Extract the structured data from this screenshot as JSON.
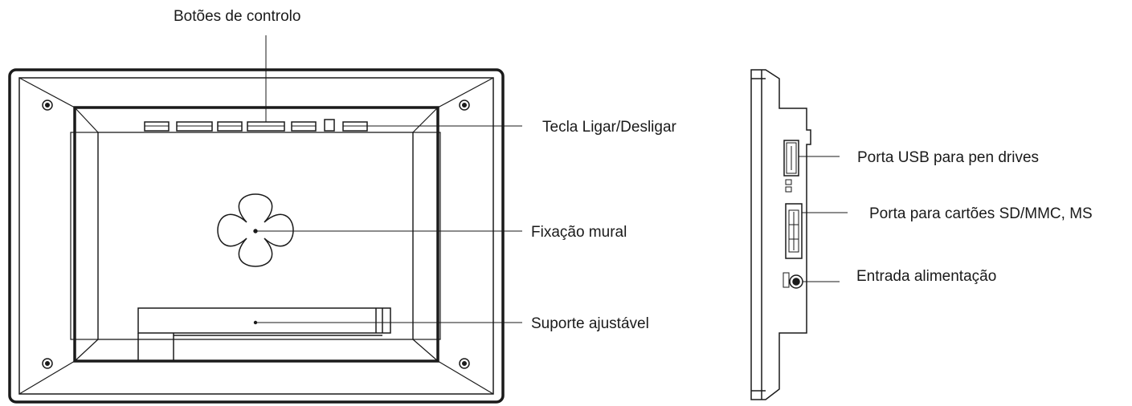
{
  "labels": {
    "control_buttons": "Botões de controlo",
    "power_key": "Tecla Ligar/Desligar",
    "wall_mount": "Fixação mural",
    "adjustable_stand": "Suporte ajustável",
    "usb_port": "Porta USB para pen drives",
    "card_port": "Porta para cartões SD/MMC, MS",
    "power_input": "Entrada alimentação"
  },
  "colors": {
    "line": "#1a1a1a",
    "background": "#ffffff"
  }
}
